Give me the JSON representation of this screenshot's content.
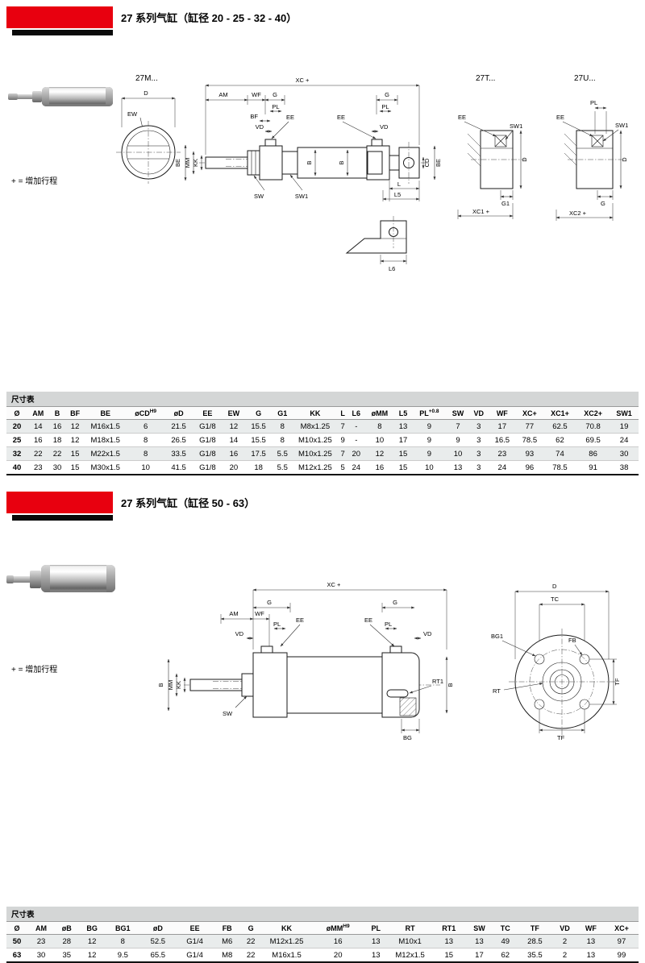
{
  "sections": [
    {
      "title": "27 系列气缸（缸径 20 - 25 - 32 - 40）",
      "note": "+ = 增加行程"
    },
    {
      "title": "27 系列气缸（缸径 50 - 63）",
      "note": "+ = 增加行程"
    }
  ],
  "d1": {
    "variant_m": "27M...",
    "variant_t": "27T...",
    "variant_u": "27U...",
    "xc": "XC +",
    "am": "AM",
    "wf": "WF",
    "g": "G",
    "pl": "PL",
    "bf": "BF",
    "vd": "VD",
    "ee": "EE",
    "be": "BE",
    "mm": "MM",
    "kk": "KK",
    "b": "B",
    "cd": "CD",
    "l": "L",
    "l5": "L5",
    "l6": "L6",
    "sw": "SW",
    "sw1": "SW1",
    "g1": "G1",
    "xc1": "XC1 +",
    "xc2": "XC2 +",
    "d": "D",
    "ew": "EW"
  },
  "d2": {
    "xc": "XC +",
    "g": "G",
    "am": "AM",
    "wf": "WF",
    "pl": "PL",
    "vd": "VD",
    "ee": "EE",
    "b": "B",
    "mm": "MM",
    "kk": "KK",
    "sw": "SW",
    "rt1": "RT1",
    "bg": "BG",
    "d": "D",
    "tc": "TC",
    "tf": "TF",
    "bg1": "BG1",
    "fb": "FB",
    "rt": "RT"
  },
  "table1": {
    "caption": "尺寸表",
    "headers": [
      "Ø",
      "AM",
      "B",
      "BF",
      "BE",
      "øCD^H9",
      "øD",
      "EE",
      "EW",
      "G",
      "G1",
      "KK",
      "L",
      "L6",
      "øMM",
      "L5",
      "PL^+0.8",
      "SW",
      "VD",
      "WF",
      "XC+",
      "XC1+",
      "XC2+",
      "SW1"
    ],
    "rows": [
      [
        "20",
        "14",
        "16",
        "12",
        "M16x1.5",
        "6",
        "21.5",
        "G1/8",
        "12",
        "15.5",
        "8",
        "M8x1.25",
        "7",
        "-",
        "8",
        "13",
        "9",
        "7",
        "3",
        "17",
        "77",
        "62.5",
        "70.8",
        "19"
      ],
      [
        "25",
        "16",
        "18",
        "12",
        "M18x1.5",
        "8",
        "26.5",
        "G1/8",
        "14",
        "15.5",
        "8",
        "M10x1.25",
        "9",
        "-",
        "10",
        "17",
        "9",
        "9",
        "3",
        "16.5",
        "78.5",
        "62",
        "69.5",
        "24"
      ],
      [
        "32",
        "22",
        "22",
        "15",
        "M22x1.5",
        "8",
        "33.5",
        "G1/8",
        "16",
        "17.5",
        "5.5",
        "M10x1.25",
        "7",
        "20",
        "12",
        "15",
        "9",
        "10",
        "3",
        "23",
        "93",
        "74",
        "86",
        "30"
      ],
      [
        "40",
        "23",
        "30",
        "15",
        "M30x1.5",
        "10",
        "41.5",
        "G1/8",
        "20",
        "18",
        "5.5",
        "M12x1.25",
        "5",
        "24",
        "16",
        "15",
        "10",
        "13",
        "3",
        "24",
        "96",
        "78.5",
        "91",
        "38"
      ]
    ]
  },
  "table2": {
    "caption": "尺寸表",
    "headers": [
      "Ø",
      "AM",
      "øB",
      "BG",
      "BG1",
      "øD",
      "EE",
      "FB",
      "G",
      "KK",
      "øMM^H9",
      "PL",
      "RT",
      "RT1",
      "SW",
      "TC",
      "TF",
      "VD",
      "WF",
      "XC+"
    ],
    "rows": [
      [
        "50",
        "23",
        "28",
        "12",
        "8",
        "52.5",
        "G1/4",
        "M6",
        "22",
        "M12x1.25",
        "16",
        "13",
        "M10x1",
        "13",
        "13",
        "49",
        "28.5",
        "2",
        "13",
        "97"
      ],
      [
        "63",
        "30",
        "35",
        "12",
        "9.5",
        "65.5",
        "G1/4",
        "M8",
        "22",
        "M16x1.5",
        "20",
        "13",
        "M12x1.5",
        "15",
        "17",
        "62",
        "35.5",
        "2",
        "13",
        "99"
      ]
    ]
  }
}
